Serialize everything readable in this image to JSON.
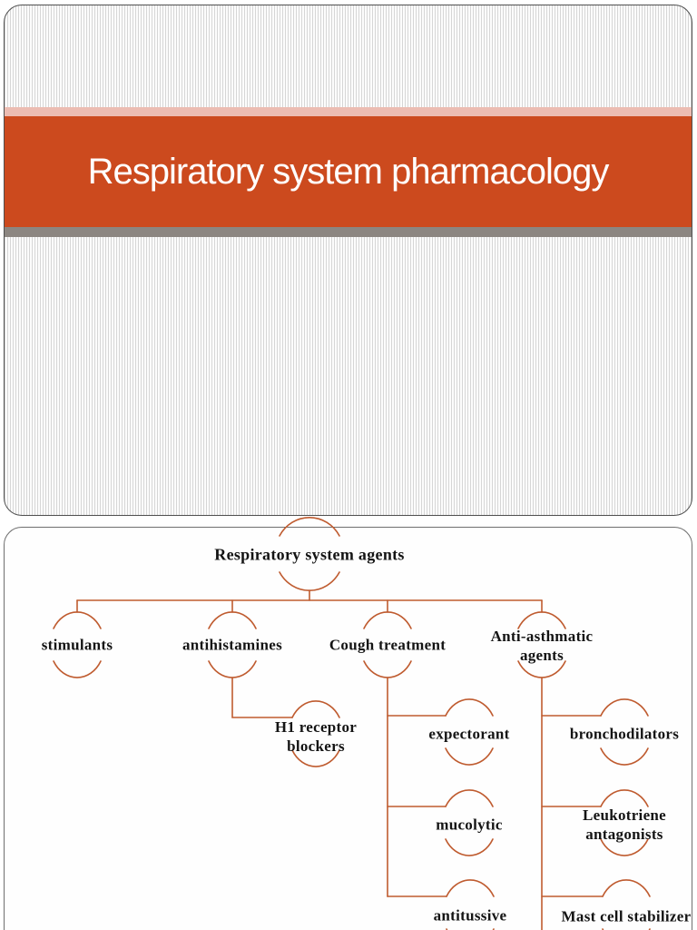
{
  "slide1": {
    "title": "Respiratory system pharmacology"
  },
  "slide2": {
    "diagram": {
      "root_label": "Respiratory system agents",
      "children": [
        {
          "label": "stimulants",
          "children": []
        },
        {
          "label": "antihistamines",
          "children": [
            {
              "label": "H1 receptor\nblockers"
            }
          ]
        },
        {
          "label": "Cough treatment",
          "children": [
            {
              "label": "expectorant"
            },
            {
              "label": "mucolytic"
            },
            {
              "label": "antitussive"
            }
          ]
        },
        {
          "label": "Anti-asthmatic\nagents",
          "children": [
            {
              "label": "bronchodilators"
            },
            {
              "label": "Leukotriene\nantagonists"
            },
            {
              "label": "Mast cell stabilizer"
            }
          ]
        }
      ]
    }
  },
  "colors": {
    "title_band_orange": "#cc4a1e",
    "title_band_pink": "#ecbcb2",
    "title_band_gray": "#8c8681",
    "diagram_connector": "#bf5b2f",
    "diagram_text": "#141414",
    "title_text": "#ffffff"
  }
}
